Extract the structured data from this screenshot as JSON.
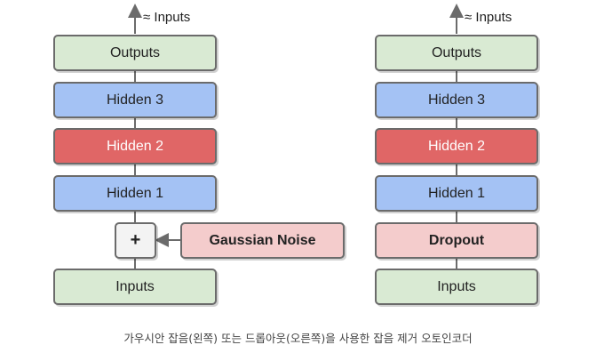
{
  "left": {
    "top_label": "≈ Inputs",
    "outputs": "Outputs",
    "hidden3": "Hidden 3",
    "hidden2": "Hidden 2",
    "hidden1": "Hidden 1",
    "plus": "+",
    "noise": "Gaussian Noise",
    "inputs": "Inputs"
  },
  "right": {
    "top_label": "≈ Inputs",
    "outputs": "Outputs",
    "hidden3": "Hidden 3",
    "hidden2": "Hidden 2",
    "hidden1": "Hidden 1",
    "dropout": "Dropout",
    "inputs": "Inputs"
  },
  "caption": "가우시안 잡음(왼쪽) 또는 드롭아웃(오른쪽)을 사용한 잡음 제거 오토인코더",
  "colors": {
    "outputs_inputs": "#d9ead3",
    "hidden": "#a4c2f4",
    "hidden_code": "#e06666",
    "noise_dropout": "#f4cccc",
    "plus_node": "#f3f3f3",
    "border": "#6b6b6b"
  }
}
